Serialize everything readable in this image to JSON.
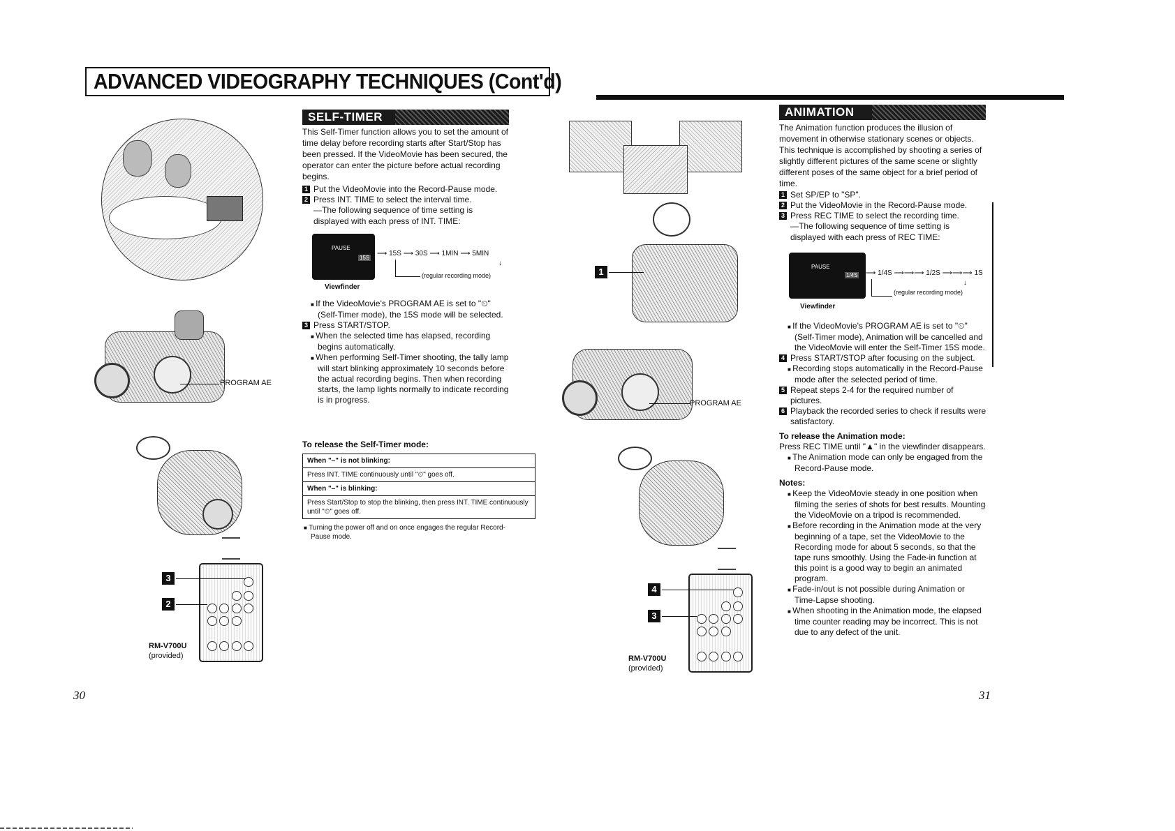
{
  "header": {
    "title": "ADVANCED VIDEOGRAPHY TECHNIQUES (Cont'd)"
  },
  "self_timer": {
    "heading": "SELF-TIMER",
    "intro": "This Self-Timer function allows you to set the amount of time delay before recording starts after Start/Stop has been pressed. If the VideoMovie has been secured, the operator can enter the picture before actual recording begins.",
    "steps": [
      {
        "num": "1",
        "text": "Put the VideoMovie into the Record-Pause mode."
      },
      {
        "num": "2",
        "text": "Press INT. TIME to select the interval time."
      }
    ],
    "sequence_note": "—The following sequence of time setting is displayed with each press of INT. TIME:",
    "viewfinder": {
      "screen_top": "PAUSE",
      "screen_sub": "15S",
      "sequence": [
        "15S",
        "30S",
        "1MIN",
        "5MIN"
      ],
      "regular": "(regular recording mode)",
      "caption": "Viewfinder"
    },
    "note_ae": "If the VideoMovie's PROGRAM AE is set to \"⏲\"(Self-Timer mode), the 15S mode will be selected.",
    "step3": {
      "num": "3",
      "text": "Press START/STOP."
    },
    "step3_bullets": [
      "When the selected time has elapsed, recording begins automatically.",
      "When performing Self-Timer shooting, the tally lamp will start blinking approximately 10 seconds before the actual recording begins. Then when recording starts, the lamp lights normally to indicate recording is in progress."
    ],
    "release_heading": "To release the Self-Timer mode:",
    "release_table": [
      {
        "text": "When \"–\" is not blinking:",
        "bold": true
      },
      {
        "text": "Press INT. TIME continuously until \"⏲\" goes off.",
        "bold": false
      },
      {
        "text": "When \"–\" is blinking:",
        "bold": true
      },
      {
        "text": "Press Start/Stop to stop the blinking, then press INT. TIME continuously until \"⏲\" goes off.",
        "bold": false
      }
    ],
    "power_note": "Turning the power off and on once engages the regular Record-Pause mode."
  },
  "left_figures": {
    "program_ae": "PROGRAM AE",
    "remote_labels": [
      "3",
      "2"
    ],
    "remote_model": "RM-V700U",
    "remote_provided": "(provided)"
  },
  "animation": {
    "heading": "ANIMATION",
    "intro": "The Animation function produces the illusion of movement in otherwise stationary scenes or objects. This technique is accomplished by shooting a series of slightly different pictures of the same scene or slightly different poses of the same object for a brief period of time.",
    "steps": [
      {
        "num": "1",
        "text": "Set SP/EP to \"SP\"."
      },
      {
        "num": "2",
        "text": "Put the VideoMovie in the Record-Pause mode."
      },
      {
        "num": "3",
        "text": "Press REC TIME to select the recording time."
      }
    ],
    "sequence_note": "—The following sequence of time setting is displayed with each press of REC TIME:",
    "viewfinder": {
      "screen_top": "PAUSE",
      "screen_sub": "1/4S",
      "sequence": [
        "1/4S",
        "1/2S",
        "1S"
      ],
      "regular": "(regular recording mode)",
      "caption": "Viewfinder"
    },
    "note_ae": "If the VideoMovie's PROGRAM AE is set to \"⏲\" (Self-Timer mode), Animation will be cancelled and the VideoMovie will enter the Self-Timer 15S mode.",
    "step4": {
      "num": "4",
      "text": "Press START/STOP after focusing on the subject."
    },
    "step4_bullet": "Recording stops automatically in the Record-Pause mode after the selected period of time.",
    "step5": {
      "num": "5",
      "text": "Repeat steps 2-4 for the required number of pictures."
    },
    "step6": {
      "num": "6",
      "text": "Playback the recorded series to check if results were satisfactory."
    },
    "release_heading": "To release the Animation mode:",
    "release_text": "Press REC TIME until \"▲\" in the viewfinder disappears.",
    "release_bullet": "The Animation mode can only be engaged from the Record-Pause mode.",
    "notes_heading": "Notes:",
    "notes": [
      "Keep the VideoMovie steady in one position when filming the series of shots for best results. Mounting the VideoMovie on a tripod is recommended.",
      "Before recording in the Animation mode at the very beginning of a tape, set the VideoMovie to the Recording mode for about 5 seconds, so that the tape runs smoothly. Using the Fade-in function at this point is a good way to begin an animated program.",
      "Fade-in/out is not possible during Animation or Time-Lapse shooting.",
      "When shooting in the Animation mode, the elapsed time counter reading may be incorrect. This is not due to any defect of the unit."
    ]
  },
  "right_figures": {
    "step1_label": "1",
    "program_ae": "PROGRAM AE",
    "remote_labels": [
      "4",
      "3"
    ],
    "remote_model": "RM-V700U",
    "remote_provided": "(provided)"
  },
  "page_numbers": {
    "left": "30",
    "right": "31"
  }
}
